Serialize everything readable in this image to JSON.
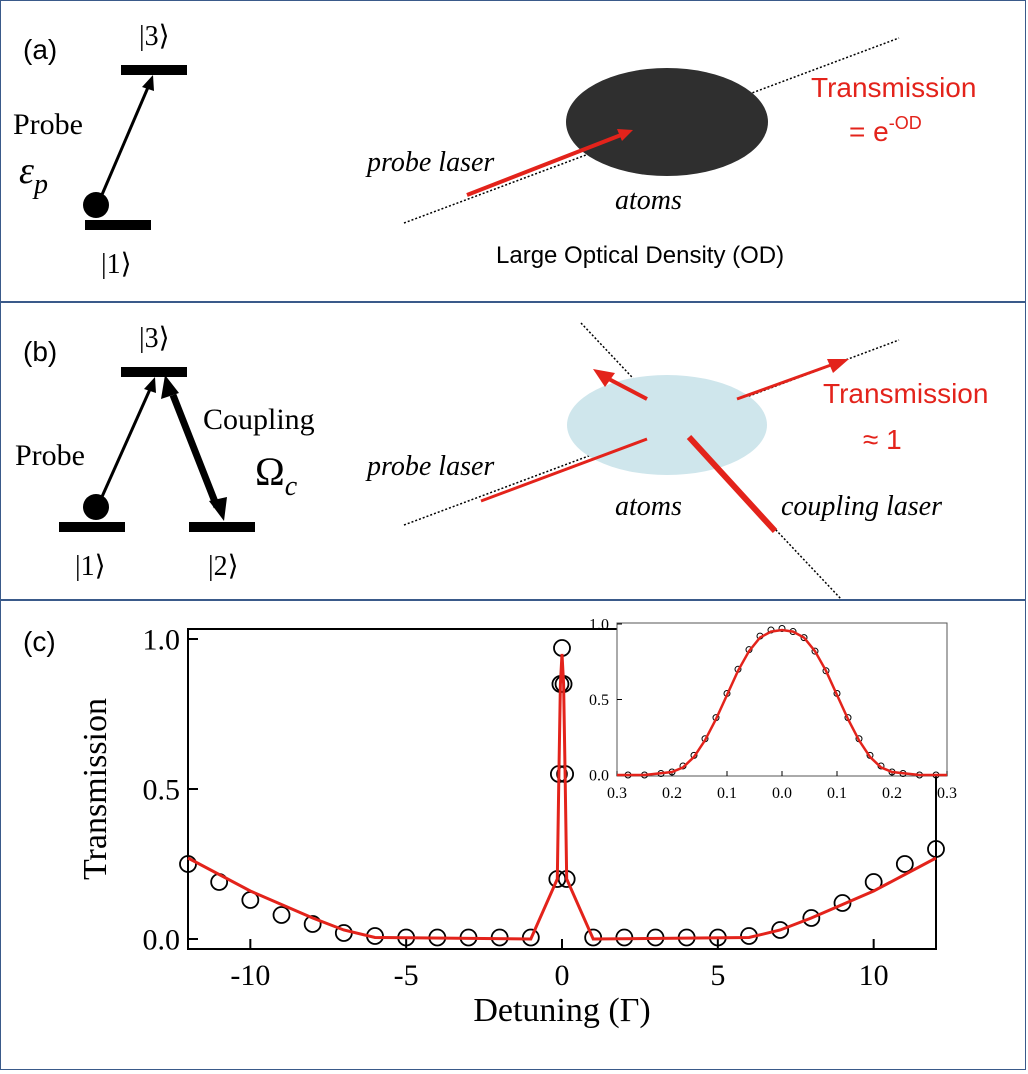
{
  "panel_a": {
    "label": "(a)",
    "level3": "|3⟩",
    "level1": "|1⟩",
    "probe": "Probe",
    "epsilon": "ε",
    "epsilon_sub": "p",
    "probe_laser": "probe laser",
    "atoms": "atoms",
    "transmission": "Transmission",
    "equals": "= e",
    "exponent": "-OD",
    "caption": "Large Optical Density (OD)"
  },
  "panel_b": {
    "label": "(b)",
    "level3": "|3⟩",
    "level1": "|1⟩",
    "level2": "|2⟩",
    "probe": "Probe",
    "coupling": "Coupling",
    "omega": "Ω",
    "omega_sub": "c",
    "probe_laser": "probe laser",
    "coupling_laser": "coupling laser",
    "atoms": "atoms",
    "transmission": "Transmission",
    "approx": "≈ 1"
  },
  "panel_c": {
    "label": "(c)"
  },
  "colors": {
    "red": "#e3231b",
    "dark_cloud": "#2f2f2f",
    "light_cloud": "#cfe6ec",
    "border": "#3a5a8a"
  },
  "chart_data": [
    {
      "type": "line",
      "ylabel": "Transmission",
      "xlabel": "Detuning (Γ)",
      "xlim": [
        -12,
        12
      ],
      "ylim": [
        0,
        1.0
      ],
      "xticks": [
        -10,
        -5,
        0,
        5,
        10
      ],
      "xtick_labels": [
        "-10",
        "-5",
        "0",
        "5",
        "10"
      ],
      "yticks": [
        0.0,
        0.5,
        1.0
      ],
      "ytick_labels": [
        "0.0",
        "0.5",
        "1.0"
      ],
      "series": [
        {
          "kind": "markers",
          "x": [
            -12,
            -11,
            -10,
            -9,
            -8,
            -7,
            -6,
            -5,
            -4,
            -3,
            -2,
            -1,
            -0.15,
            -0.1,
            -0.05,
            0,
            0.05,
            0.1,
            0.15,
            1,
            2,
            3,
            4,
            5,
            6,
            7,
            8,
            9,
            10,
            11,
            12
          ],
          "y": [
            0.25,
            0.19,
            0.13,
            0.08,
            0.05,
            0.02,
            0.01,
            0.005,
            0.005,
            0.005,
            0.005,
            0.005,
            0.2,
            0.55,
            0.85,
            0.97,
            0.85,
            0.55,
            0.2,
            0.005,
            0.005,
            0.005,
            0.005,
            0.005,
            0.01,
            0.03,
            0.07,
            0.12,
            0.19,
            0.25,
            0.3
          ]
        },
        {
          "kind": "fit",
          "x": [
            -12,
            -10,
            -8,
            -7,
            -6,
            -1,
            -0.15,
            -0.1,
            -0.05,
            0,
            0.05,
            0.1,
            0.15,
            1,
            6,
            7,
            8,
            10,
            12
          ],
          "y": [
            0.27,
            0.16,
            0.07,
            0.03,
            0.005,
            0.0,
            0.2,
            0.55,
            0.85,
            0.95,
            0.85,
            0.55,
            0.2,
            0.0,
            0.005,
            0.03,
            0.07,
            0.16,
            0.27
          ]
        }
      ]
    },
    {
      "type": "line",
      "xlim": [
        -0.3,
        0.3
      ],
      "ylim": [
        0,
        1.0
      ],
      "xticks": [
        -0.3,
        -0.2,
        -0.1,
        0,
        0.1,
        0.2,
        0.3
      ],
      "xtick_labels": [
        "0.3",
        "0.2",
        "0.1",
        "0.0",
        "0.1",
        "0.2",
        "0.3"
      ],
      "yticks": [
        0.0,
        0.5,
        1.0
      ],
      "ytick_labels": [
        "0.0",
        "0.5",
        "1.0"
      ],
      "series": [
        {
          "kind": "markers",
          "x": [
            -0.28,
            -0.25,
            -0.22,
            -0.2,
            -0.18,
            -0.16,
            -0.14,
            -0.12,
            -0.1,
            -0.08,
            -0.06,
            -0.04,
            -0.02,
            0,
            0.02,
            0.04,
            0.06,
            0.08,
            0.1,
            0.12,
            0.14,
            0.16,
            0.18,
            0.2,
            0.22,
            0.25,
            0.28
          ],
          "y": [
            0.0,
            0.0,
            0.01,
            0.02,
            0.06,
            0.13,
            0.24,
            0.38,
            0.54,
            0.7,
            0.83,
            0.92,
            0.96,
            0.97,
            0.95,
            0.91,
            0.82,
            0.69,
            0.54,
            0.38,
            0.24,
            0.13,
            0.06,
            0.02,
            0.01,
            0.0,
            0.0
          ]
        },
        {
          "kind": "fit",
          "x": [
            -0.3,
            -0.25,
            -0.2,
            -0.18,
            -0.16,
            -0.14,
            -0.12,
            -0.1,
            -0.08,
            -0.06,
            -0.04,
            -0.02,
            0,
            0.02,
            0.04,
            0.06,
            0.08,
            0.1,
            0.12,
            0.14,
            0.16,
            0.18,
            0.2,
            0.25,
            0.3
          ],
          "y": [
            0.0,
            0.0,
            0.02,
            0.05,
            0.12,
            0.23,
            0.37,
            0.53,
            0.69,
            0.82,
            0.91,
            0.95,
            0.96,
            0.95,
            0.91,
            0.82,
            0.69,
            0.53,
            0.37,
            0.23,
            0.12,
            0.05,
            0.02,
            0.0,
            0.0
          ]
        }
      ]
    }
  ]
}
